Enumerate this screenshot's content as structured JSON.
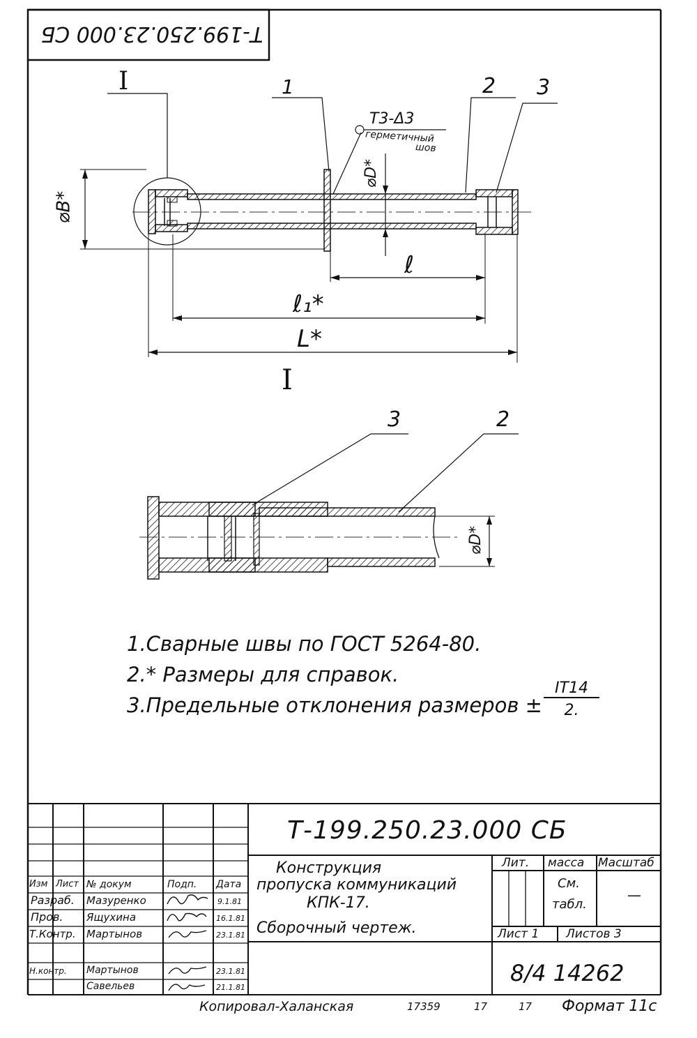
{
  "corner_stamp": "Т-199.250.23.000 СБ",
  "view_label_top": "I",
  "view_label_detail": "I",
  "callouts": {
    "c1": "1",
    "c2": "2",
    "c3": "3",
    "d3": "3",
    "d2": "2"
  },
  "weld_note": {
    "symbol": "Т3-Δ3",
    "text1": "герметичный",
    "text2": "шов"
  },
  "dims": {
    "dia_B": "⌀B*",
    "dia_D": "⌀D*",
    "l": "ℓ",
    "l1": "ℓ₁*",
    "L": "L*",
    "detail_dia_D": "⌀D*"
  },
  "notes": [
    "1.Сварные швы по ГОСТ 5264-80.",
    "2.* Размеры для справок.",
    "3.Предельные отклонения размеров ±"
  ],
  "tolerance": {
    "num": "IT14",
    "den": "2."
  },
  "title_block": {
    "doc_number": "Т-199.250.23.000 СБ",
    "title_line1": "Конструкция",
    "title_line2": "пропуска коммуникаций",
    "title_line3": "КПК-17.",
    "title_line4": "Сборочный чертеж.",
    "lit_label": "Лит.",
    "mass_label": "масса",
    "scale_label": "Масштаб",
    "mass_value1": "См.",
    "mass_value2": "табл.",
    "scale_value": "—",
    "sheet_label": "Лист 1",
    "sheets_label": "Листов 3",
    "org_code": "8/4 14262",
    "headers": [
      "Изм",
      "Лист",
      "№ докум",
      "Подп.",
      "Дата"
    ],
    "rows": [
      {
        "role": "Разраб.",
        "name": "Мазуренко",
        "date": "9.1.81"
      },
      {
        "role": "Пров.",
        "name": "Ящухина",
        "date": "16.1.81"
      },
      {
        "role": "Т.Контр.",
        "name": "Мартынов",
        "date": "23.1.81"
      },
      {
        "role": "Н.контр.",
        "name": "Мартынов",
        "date": "23.1.81"
      },
      {
        "role": "",
        "name": "Савельев",
        "date": "21.1.81"
      }
    ]
  },
  "footer": {
    "copied": "Копировал-Халанская",
    "n1": "17359",
    "n2": "17",
    "n3": "17",
    "format": "Формат 11с"
  }
}
